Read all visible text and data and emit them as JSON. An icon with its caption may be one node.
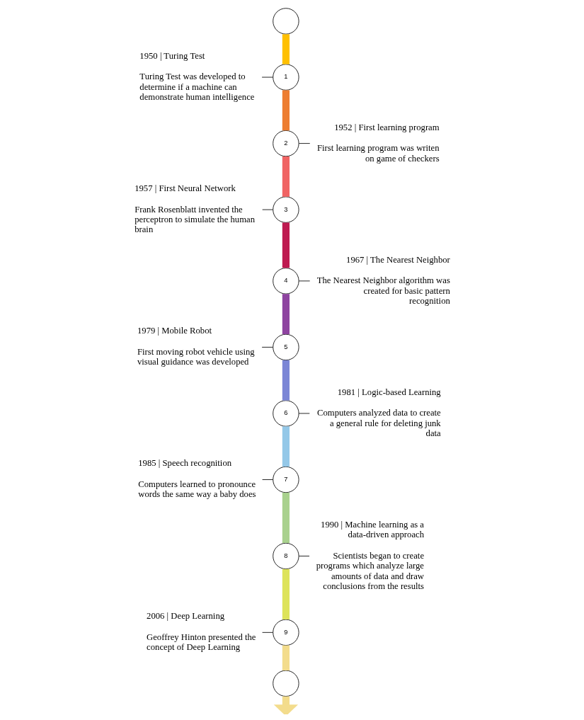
{
  "diagram": {
    "nodes": [
      {
        "text": [],
        "shape": "circle"
      },
      {
        "text": [
          "1950 | Turing Test",
          "Turing Test was developed to determine if a machine can demonstrate human intelligence"
        ]
      },
      {
        "text": [
          "1"
        ]
      },
      {
        "text": [
          "1952 | First learning program",
          "First learning program was writen on game of checkers"
        ]
      },
      {
        "text": [
          "2"
        ]
      },
      {
        "text": [
          "1957 | First Neural Network",
          "Frank Rosenblatt invented the perceptron to simulate the human brain"
        ]
      },
      {
        "text": [
          "3"
        ]
      },
      {
        "text": [
          "1967 | The Nearest Neighbor",
          "The Nearest Neighbor algorithm was created for basic pattern recognition"
        ]
      },
      {
        "text": [
          "4"
        ]
      },
      {
        "text": [
          "1979 | Mobile Robot",
          "First moving robot vehicle using visual guidance was developed"
        ]
      },
      {
        "text": [
          "5"
        ]
      },
      {
        "text": [
          "1981 | Logic-based Learning",
          "Computers analyzed data to create a general rule for deleting junk data"
        ]
      },
      {
        "text": [
          "6"
        ]
      },
      {
        "text": [
          "1985 | Speech recognition",
          "Computers learned to pronounce words the same way a baby does"
        ]
      },
      {
        "text": [
          "7"
        ]
      },
      {
        "text": [
          "1990 | Machine learning as a data-driven approach",
          "Scientists began to create programs which analyze large amounts of data and draw conclusions from the results"
        ]
      },
      {
        "text": [
          "8"
        ]
      },
      {
        "text": [
          "2006 | Deep Learning",
          "Geoffrey Hinton presented the concept of Deep Learning"
        ]
      },
      {
        "text": [
          "9"
        ]
      },
      {
        "text": [],
        "shape": "circle"
      }
    ],
    "edges": [
      {
        "from": 0,
        "to": 2,
        "arrow": "none",
        "color": "#ffc000"
      },
      {
        "from": 2,
        "to": 4,
        "arrow": "none",
        "color": "#ed7d31"
      },
      {
        "from": 4,
        "to": 6,
        "arrow": "none",
        "color": "#f06464"
      },
      {
        "from": 6,
        "to": 8,
        "arrow": "none",
        "color": "#be1a50"
      },
      {
        "from": 8,
        "to": 10,
        "arrow": "none",
        "color": "#8e44a0"
      },
      {
        "from": 10,
        "to": 12,
        "arrow": "none",
        "color": "#7b86d6"
      },
      {
        "from": 12,
        "to": 14,
        "arrow": "none",
        "color": "#94c8e8"
      },
      {
        "from": 14,
        "to": 16,
        "arrow": "none",
        "color": "#a9d18e"
      },
      {
        "from": 16,
        "to": 18,
        "arrow": "none",
        "color": "#dde35a"
      },
      {
        "from": 18,
        "to": 19,
        "arrow": "none",
        "color": "#f3dc8c"
      },
      {
        "from": 19,
        "to": null,
        "arrow": "to",
        "color": "#f3dc8c"
      },
      {
        "from": 1,
        "to": 2,
        "arrow": "none"
      },
      {
        "from": 4,
        "to": 3,
        "arrow": "none"
      },
      {
        "from": 5,
        "to": 6,
        "arrow": "none"
      },
      {
        "from": 8,
        "to": 7,
        "arrow": "none"
      },
      {
        "from": 9,
        "to": 10,
        "arrow": "none"
      },
      {
        "from": 12,
        "to": 11,
        "arrow": "none"
      },
      {
        "from": 13,
        "to": 14,
        "arrow": "none"
      },
      {
        "from": 16,
        "to": 15,
        "arrow": "none"
      },
      {
        "from": 17,
        "to": 18,
        "arrow": "none"
      }
    ]
  }
}
